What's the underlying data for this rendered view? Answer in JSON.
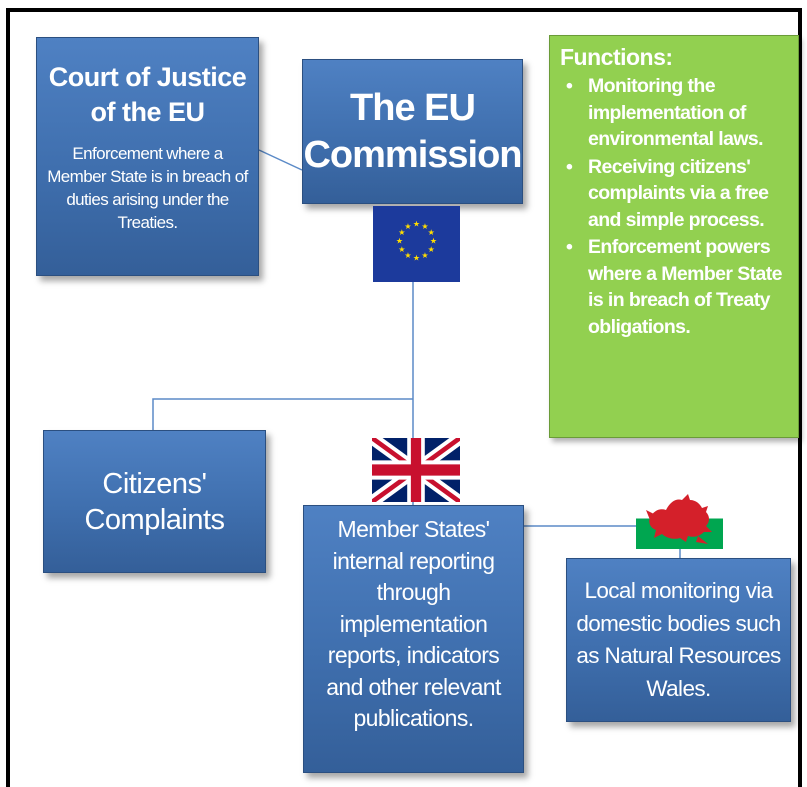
{
  "court": {
    "title": "Court of Justice of the EU",
    "description": "Enforcement where a Member State is in breach of duties arising under the Treaties."
  },
  "commission": {
    "title": "The EU Commission"
  },
  "functions": {
    "heading": "Functions:",
    "items": [
      "Monitoring the implementation of environmental laws.",
      "Receiving citizens' complaints via a free and simple process.",
      "Enforcement powers where a Member State is in breach of Treaty obligations."
    ]
  },
  "citizens": {
    "title": "Citizens' Complaints"
  },
  "member_states": {
    "title": "Member States' internal reporting through implementation reports, indicators and other relevant publications."
  },
  "local": {
    "title": "Local monitoring via domestic bodies such as Natural Resources Wales."
  },
  "flags": {
    "eu": "eu-flag",
    "uk": "uk-flag",
    "wales": "wales-flag"
  },
  "colors": {
    "box_blue": "#4f81c3",
    "functions_green": "#92d050",
    "connector": "#5b8ac7"
  }
}
